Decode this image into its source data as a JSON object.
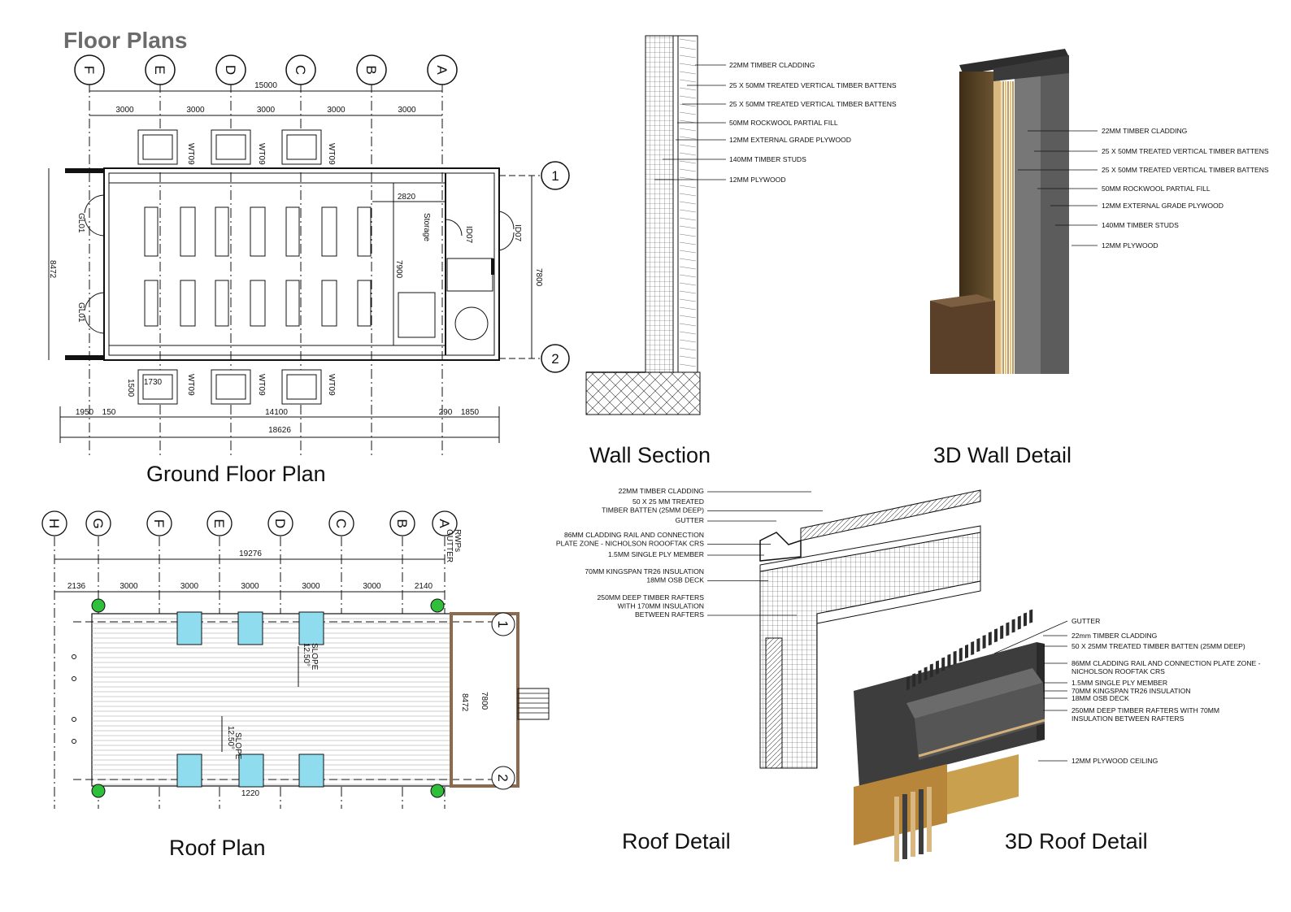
{
  "page_title": "Floor Plans",
  "captions": {
    "ground": "Ground Floor Plan",
    "wall_section": "Wall Section",
    "wall_3d": "3D Wall Detail",
    "roof_plan": "Roof Plan",
    "roof_detail": "Roof Detail",
    "roof_3d": "3D Roof Detail"
  },
  "ground": {
    "grid": [
      "F",
      "E",
      "D",
      "C",
      "B",
      "A"
    ],
    "rows": [
      "1",
      "2"
    ],
    "overall": "15000",
    "spans": [
      "3000",
      "3000",
      "3000",
      "3000",
      "3000"
    ],
    "width_left": "8472",
    "width_right": "7800",
    "width_inner": "7900",
    "storage_dim": "2820",
    "storage_label": "Storage",
    "doors_left": [
      "GL01",
      "GL01"
    ],
    "door_internal": "ID07",
    "door_external": "ID07",
    "windows": [
      "WT09",
      "WT09",
      "WT09",
      "WT09",
      "WT09",
      "WT09"
    ],
    "porch_w": "1730",
    "porch_d": "1500",
    "bottom_dims": [
      "1950",
      "150",
      "14100",
      "290",
      "1850"
    ],
    "bottom_total": "18626"
  },
  "roof": {
    "grid": [
      "H",
      "G",
      "F",
      "E",
      "D",
      "C",
      "B",
      "A"
    ],
    "rows": [
      "1",
      "2"
    ],
    "overall": "19276",
    "spans": [
      "2136",
      "3000",
      "3000",
      "3000",
      "3000",
      "3000",
      "2140"
    ],
    "rwp_label": "RWPs",
    "gutter_label": "GUTTER",
    "slope_label": "SLOPE",
    "slope_value": "12.50°",
    "right_dim_a": "8472",
    "right_dim_b": "7800",
    "bottom_dim": "1220"
  },
  "wall_notes": [
    "22MM TIMBER CLADDING",
    "25 X 50MM TREATED VERTICAL TIMBER BATTENS",
    "25 X 50MM TREATED VERTICAL TIMBER BATTENS",
    "50MM ROCKWOOL PARTIAL FILL",
    "12MM EXTERNAL GRADE PLYWOOD",
    "140MM TIMBER STUDS",
    "12MM PLYWOOD"
  ],
  "wall3d_notes": [
    "22MM TIMBER CLADDING",
    "25 X 50MM TREATED VERTICAL TIMBER BATTENS",
    "25 X 50MM TREATED VERTICAL TIMBER BATTENS",
    "50MM ROCKWOOL PARTIAL FILL",
    "12MM EXTERNAL GRADE PLYWOOD",
    "140MM TIMBER STUDS",
    "12MM PLYWOOD"
  ],
  "roof_notes": [
    [
      "22MM TIMBER CLADDING"
    ],
    [
      "50 X 25 MM TREATED",
      "TIMBER BATTEN (25MM DEEP)"
    ],
    [
      "GUTTER"
    ],
    [
      "86MM CLADDING RAIL AND CONNECTION",
      "PLATE ZONE - NICHOLSON ROOOFTAK CRS"
    ],
    [
      "1.5MM SINGLE PLY MEMBER"
    ],
    [
      "70MM KINGSPAN TR26 INSULATION",
      "18MM OSB DECK"
    ],
    [
      "250MM DEEP TIMBER RAFTERS",
      "WITH 170MM INSULATION",
      "BETWEEN RAFTERS"
    ]
  ],
  "roof3d_notes": [
    [
      "GUTTER"
    ],
    [
      "22mm TIMBER CLADDING"
    ],
    [
      "50 X 25MM TREATED TIMBER BATTEN (25MM DEEP)"
    ],
    [
      "86MM CLADDING RAIL AND CONNECTION PLATE ZONE -",
      "NICHOLSON ROOFTAK CRS"
    ],
    [
      "1.5MM SINGLE PLY MEMBER"
    ],
    [
      "70MM KINGSPAN TR26 INSULATION"
    ],
    [
      "18MM OSB DECK"
    ],
    [
      "250MM DEEP TIMBER RAFTERS WITH 70MM",
      "INSULATION BETWEEN RAFTERS"
    ],
    [
      "12MM PLYWOOD CEILING"
    ]
  ],
  "colors": {
    "skylight": "#8fdcef",
    "rwp": "#2fbf3a",
    "timber_dark": "#5a4528",
    "timber_light": "#c8a76a",
    "membrane": "#4a4a4a"
  }
}
